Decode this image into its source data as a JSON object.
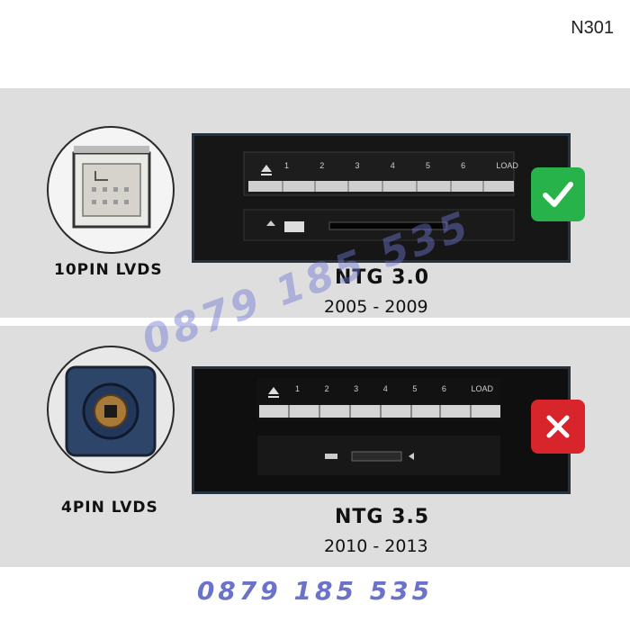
{
  "code": "N301",
  "rows": [
    {
      "connector_label": "10PIN LVDS",
      "model": "NTG 3.0",
      "years": "2005 - 2009",
      "status": "compatible",
      "status_icon": "checkmark-icon",
      "buttons": [
        "1",
        "2",
        "3",
        "4",
        "5",
        "6"
      ],
      "load_label": "LOAD"
    },
    {
      "connector_label": "4PIN LVDS",
      "model": "NTG 3.5",
      "years": "2010 - 2013",
      "status": "incompatible",
      "status_icon": "x-icon",
      "buttons": [
        "1",
        "2",
        "3",
        "4",
        "5",
        "6"
      ],
      "load_label": "LOAD"
    }
  ],
  "watermark": "0879 185 535",
  "footer_phone": "0879 185 535",
  "colors": {
    "check": "#27b34a",
    "cross": "#d8242b",
    "watermark": "#6a73c9"
  }
}
